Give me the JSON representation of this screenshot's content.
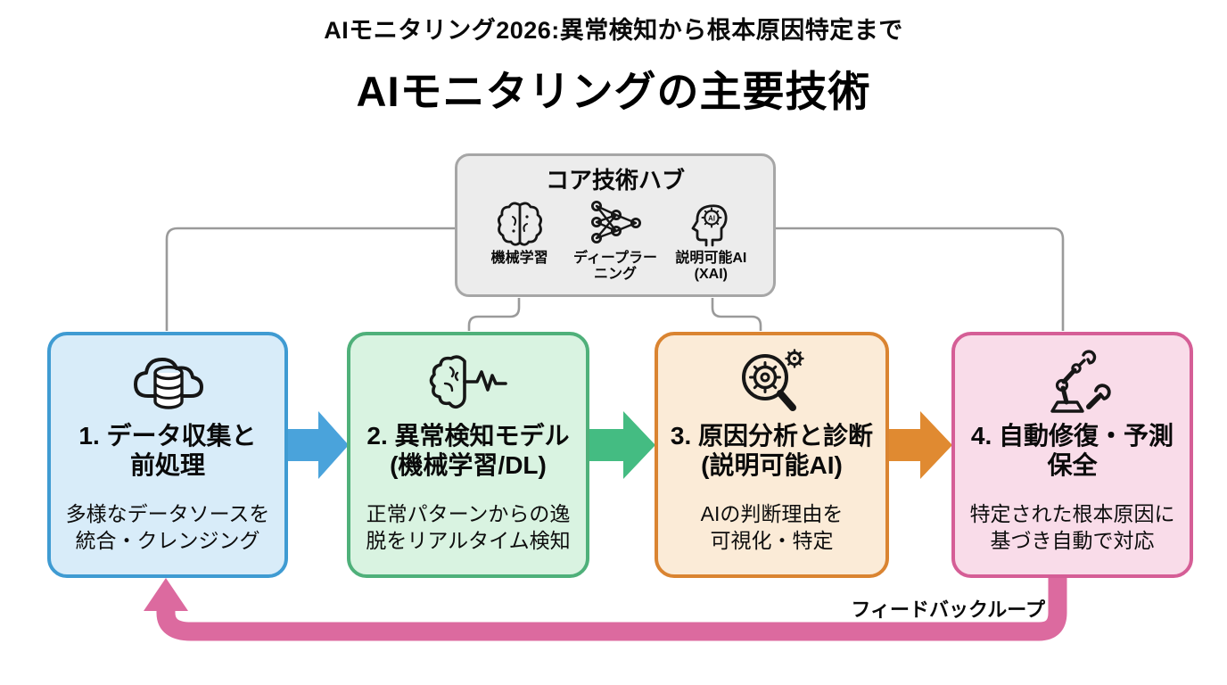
{
  "page": {
    "subtitle": "AIモニタリング2026:異常検知から根本原因特定まで",
    "title": "AIモニタリングの主要技術",
    "background": "#ffffff",
    "connector_color": "#9a9a9a"
  },
  "hub": {
    "title": "コア技術ハブ",
    "bg": "#ececec",
    "border": "#a6a6a6",
    "items": [
      {
        "icon": "machine-learning-brain-icon",
        "label_lines": [
          "機械学習"
        ]
      },
      {
        "icon": "deep-learning-network-icon",
        "label_lines": [
          "ディープラー",
          "ニング"
        ]
      },
      {
        "icon": "explainable-ai-head-icon",
        "label_lines": [
          "説明可能AI",
          "(XAI)"
        ]
      }
    ]
  },
  "steps": [
    {
      "icon": "cloud-database-icon",
      "title_lines": [
        "1. データ収集と",
        "前処理"
      ],
      "desc_lines": [
        "多様なデータソースを",
        "統合・クレンジング"
      ],
      "bg": "#d8ecf9",
      "border": "#3f9bd2",
      "arrow_color": "#4aa3db"
    },
    {
      "icon": "brain-pulse-icon",
      "title_lines": [
        "2. 異常検知モデル",
        "(機械学習/DL)"
      ],
      "desc_lines": [
        "正常パターンからの逸",
        "脱をリアルタイム検知"
      ],
      "bg": "#d9f3e1",
      "border": "#4fb07a",
      "arrow_color": "#44bc82"
    },
    {
      "icon": "magnifier-gear-icon",
      "title_lines": [
        "3. 原因分析と診断",
        "(説明可能AI)"
      ],
      "desc_lines": [
        "AIの判断理由を",
        "可視化・特定"
      ],
      "bg": "#fbebd7",
      "border": "#da8431",
      "arrow_color": "#e08a31"
    },
    {
      "icon": "robot-arm-wrench-icon",
      "title_lines": [
        "4. 自動修復・予測",
        "保全"
      ],
      "desc_lines": [
        "特定された根本原因に",
        "基づき自動で対応"
      ],
      "bg": "#f9dce9",
      "border": "#d55e96"
    }
  ],
  "feedback": {
    "label": "フィードバックループ",
    "color": "#dc6a9f"
  }
}
